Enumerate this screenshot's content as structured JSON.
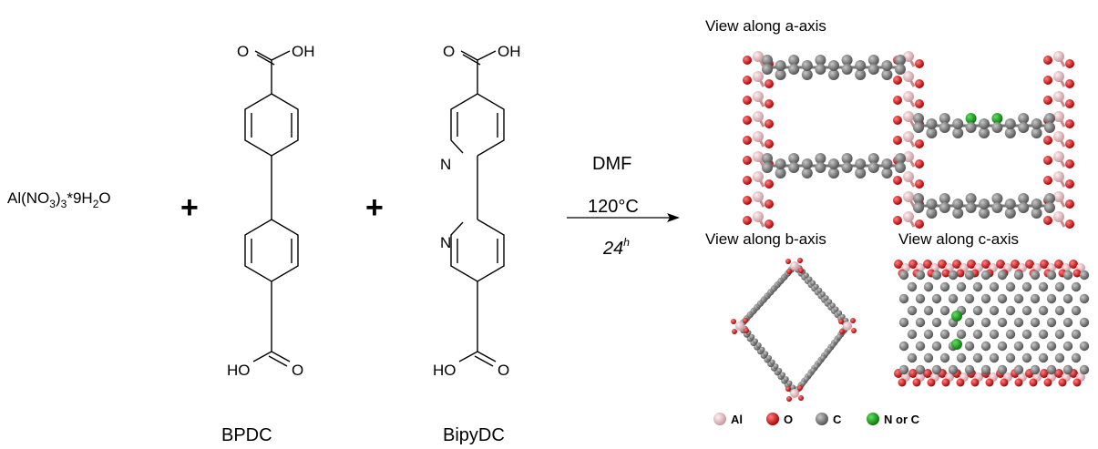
{
  "reaction": {
    "reactant_metal": {
      "prefix": "Al(NO",
      "sub1": "3",
      "mid": ")",
      "sub2": "3",
      "mid2": "*9H",
      "sub3": "2",
      "suffix": "O"
    },
    "plus_sign": "+",
    "conditions": {
      "solvent": "DMF",
      "temperature": "120°C",
      "time_value": "24",
      "time_unit_sup": "h"
    }
  },
  "molecules": {
    "bpdc": {
      "caption": "BPDC",
      "atoms": {
        "top_o": "O",
        "top_oh": "OH",
        "bottom_ho": "HO",
        "bottom_o": "O"
      }
    },
    "bipydc": {
      "caption": "BipyDC",
      "atoms": {
        "top_o": "O",
        "top_oh": "OH",
        "n_upper": "N",
        "n_lower": "N",
        "bottom_ho": "HO",
        "bottom_o": "O"
      }
    }
  },
  "views": {
    "a_axis": "View along a-axis",
    "b_axis": "View along b-axis",
    "c_axis": "View along c-axis"
  },
  "legend": [
    {
      "label": "Al",
      "color": "#e8bfc3"
    },
    {
      "label": "O",
      "color": "#e01010"
    },
    {
      "label": "C",
      "color": "#7a7a7a"
    },
    {
      "label": "N or C",
      "color": "#13a013"
    }
  ]
}
